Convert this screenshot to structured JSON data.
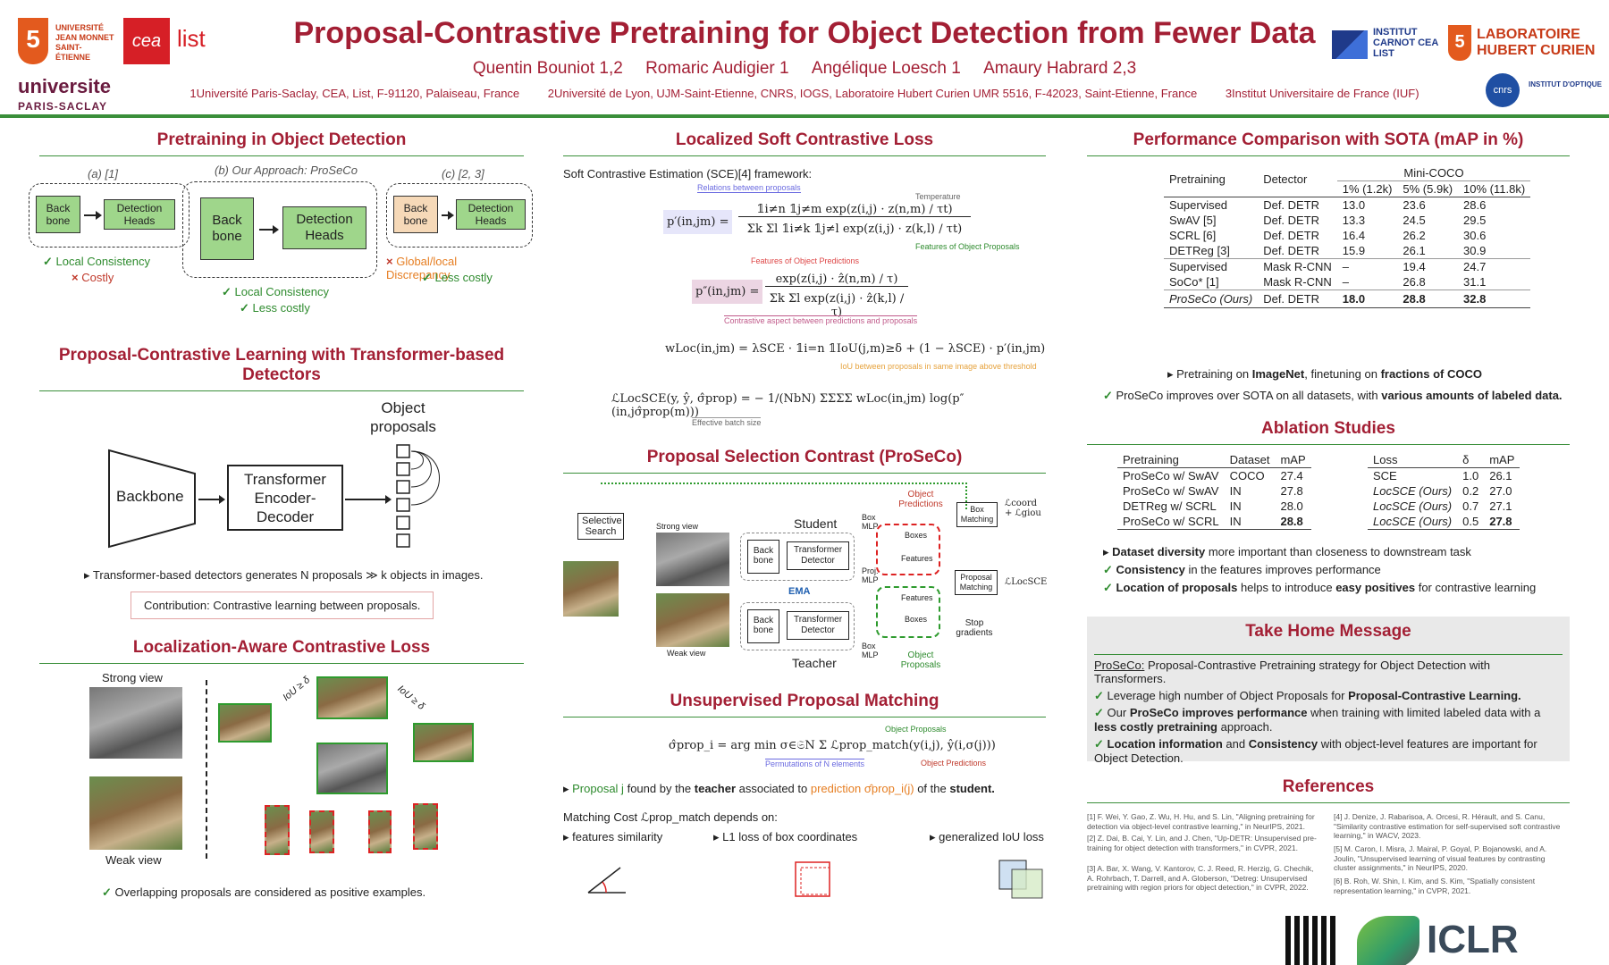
{
  "header": {
    "title": "Proposal-Contrastive Pretraining for Object Detection from Fewer Data",
    "authors": [
      "Quentin Bouniot 1,2",
      "Romaric Audigier 1",
      "Angélique Loesch 1",
      "Amaury Habrard 2,3"
    ],
    "affiliations": [
      "1Université Paris-Saclay, CEA, List, F-91120, Palaiseau, France",
      "2Université de Lyon, UJM-Saint-Etienne, CNRS, IOGS, Laboratoire Hubert Curien UMR 5516, F-42023, Saint-Etienne, France",
      "3Institut Universitaire de France (IUF)"
    ],
    "logos": {
      "ujm": "UNIVERSITÉ JEAN MONNET SAINT-ÉTIENNE",
      "cea": "cea",
      "list": "list",
      "ups_top": "universite",
      "ups_bottom": "PARIS-SACLAY",
      "carnot": "INSTITUT CARNOT CEA LIST",
      "lhc": "LABORATOIRE HUBERT CURIEN",
      "cnrs": "cnrs",
      "iogs": "INSTITUT D'OPTIQUE"
    }
  },
  "col1": {
    "pretraining": {
      "title": "Pretraining in Object Detection",
      "a_label": "(a) [1]",
      "b_label": "(b) Our Approach: ProSeCo",
      "c_label": "(c) [2, 3]",
      "backbone": "Back bone",
      "heads": "Detection Heads",
      "a_pros": "Local Consistency",
      "a_cons": "Costly",
      "b_pros1": "Local Consistency",
      "b_pros2": "Less costly",
      "c_cons": "Global/local Discrepancy",
      "c_pros": "Less costly"
    },
    "pcl": {
      "title": "Proposal-Contrastive Learning with Transformer-based Detectors",
      "backbone": "Backbone",
      "transformer": "Transformer Encoder-Decoder",
      "proposals": "Object proposals",
      "bullet": "Transformer-based detectors generates N proposals ≫ k objects in images.",
      "contribution_label": "Contribution:",
      "contribution_text": "Contrastive learning between proposals."
    },
    "lacl": {
      "title": "Localization-Aware Contrastive Loss",
      "strong": "Strong view",
      "weak": "Weak view",
      "iou1": "IoU ≥ δ",
      "iou2": "IoU ≥ δ",
      "bullet": "Overlapping proposals are considered as positive examples."
    }
  },
  "col2": {
    "lscl": {
      "title": "Localized Soft Contrastive Loss",
      "intro": "Soft Contrastive Estimation (SCE)[4] framework:",
      "ann_relations": "Relations between proposals",
      "ann_temperature": "Temperature",
      "ann_features_prop": "Features of Object Proposals",
      "ann_features_pred": "Features of Object Predictions",
      "ann_contrastive": "Contrastive aspect between predictions and proposals",
      "ann_iou": "IoU between proposals in same image above threshold",
      "ann_batch": "Effective batch size",
      "eq1_lhs": "p′(in,jm) =",
      "eq1_num": "𝟙i≠n 𝟙j≠m exp(z(i,j) · z(n,m) / τt)",
      "eq1_den": "Σk Σl 𝟙i≠k 𝟙j≠l exp(z(i,j) · z(k,l) / τt)",
      "eq2_lhs": "p″(in,jm) =",
      "eq2_num": "exp(z(i,j) · ẑ(n,m) / τ)",
      "eq2_den": "Σk Σl exp(z(i,j) · ẑ(k,l) / τ)",
      "eq3": "wLoc(in,jm) = λSCE · 𝟙i=n 𝟙IoU(j,m)≥δ + (1 − λSCE) · p′(in,jm)",
      "eq4": "ℒLocSCE(y, ŷ, σ̂prop) = − 1/(NbN) ΣΣΣΣ wLoc(in,jm) log(p″(in,jσ̂prop(m)))"
    },
    "proseco": {
      "title": "Proposal Selection Contrast (ProSeCo)",
      "selective": "Selective Search",
      "strong": "Strong view",
      "weak": "Weak view",
      "student": "Student",
      "teacher": "Teacher",
      "ema": "EMA",
      "backbone": "Back bone",
      "transformer": "Transformer Detector",
      "box_mlp": "Box MLP",
      "proj_mlp": "Proj. MLP",
      "boxes": "Boxes",
      "features": "Features",
      "obj_pred": "Object Predictions",
      "obj_prop": "Object Proposals",
      "box_matching": "Box Matching",
      "proposal_matching": "Proposal Matching",
      "stop": "Stop gradients",
      "l_coord": "ℒcoord + ℒgiou",
      "l_locsce": "ℒLocSCE"
    },
    "upm": {
      "title": "Unsupervised Proposal Matching",
      "eq": "σ̂prop_i = arg min σ∈𝔖N Σ ℒprop_match(y(i,j), ŷ(i,σ(j)))",
      "ann_obj_prop": "Object Proposals",
      "ann_perm": "Permutations of N elements",
      "ann_obj_pred": "Object Predictions",
      "bullet_prefix": "Proposal j",
      "bullet_mid1": "found by the",
      "bullet_teacher": "teacher",
      "bullet_mid2": "associated to",
      "bullet_pred": "prediction σ̂prop_i(j)",
      "bullet_mid3": "of the",
      "bullet_student": "student.",
      "cost_title": "Matching Cost ℒprop_match depends on:",
      "cost1": "features similarity",
      "cost2": "L1 loss of box coordinates",
      "cost3": "generalized IoU loss"
    }
  },
  "col3": {
    "sota": {
      "title": "Performance Comparison with SOTA (mAP in %)",
      "head_pretraining": "Pretraining",
      "head_detector": "Detector",
      "head_minicoco": "Mini-COCO",
      "head_1": "1% (1.2k)",
      "head_5": "5% (5.9k)",
      "head_10": "10% (11.8k)",
      "rows": [
        {
          "p": "Supervised",
          "d": "Def. DETR",
          "a": "13.0",
          "b": "23.6",
          "c": "28.6"
        },
        {
          "p": "SwAV [5]",
          "d": "Def. DETR",
          "a": "13.3",
          "b": "24.5",
          "c": "29.5"
        },
        {
          "p": "SCRL [6]",
          "d": "Def. DETR",
          "a": "16.4",
          "b": "26.2",
          "c": "30.6"
        },
        {
          "p": "DETReg [3]",
          "d": "Def. DETR",
          "a": "15.9",
          "b": "26.1",
          "c": "30.9"
        },
        {
          "p": "Supervised",
          "d": "Mask R-CNN",
          "a": "–",
          "b": "19.4",
          "c": "24.7"
        },
        {
          "p": "SoCo* [1]",
          "d": "Mask R-CNN",
          "a": "–",
          "b": "26.8",
          "c": "31.1"
        },
        {
          "p": "ProSeCo (Ours)",
          "d": "Def. DETR",
          "a": "18.0",
          "b": "28.8",
          "c": "32.8"
        }
      ],
      "note_prefix": "Pretraining on",
      "note_imagenet": "ImageNet",
      "note_mid": ", finetuning on",
      "note_fractions": "fractions of COCO",
      "check_proseco": "ProSeCo",
      "check_text": "improves over SOTA on all datasets, with",
      "check_bold": "various amounts of labeled data."
    },
    "ablation": {
      "title": "Ablation Studies",
      "t1_head": [
        "Pretraining",
        "Dataset",
        "mAP"
      ],
      "t1_rows": [
        [
          "ProSeCo w/ SwAV",
          "COCO",
          "27.4"
        ],
        [
          "ProSeCo w/ SwAV",
          "IN",
          "27.8"
        ],
        [
          "DETReg w/ SCRL",
          "IN",
          "28.0"
        ],
        [
          "ProSeCo w/ SCRL",
          "IN",
          "28.8"
        ]
      ],
      "t2_head": [
        "Loss",
        "δ",
        "mAP"
      ],
      "t2_rows": [
        [
          "SCE",
          "1.0",
          "26.1"
        ],
        [
          "LocSCE (Ours)",
          "0.2",
          "27.0"
        ],
        [
          "LocSCE (Ours)",
          "0.7",
          "27.1"
        ],
        [
          "LocSCE (Ours)",
          "0.5",
          "27.8"
        ]
      ],
      "b1_bold": "Dataset diversity",
      "b1_text": "more important than closeness to downstream task",
      "b2_bold": "Consistency",
      "b2_text": "in the features improves performance",
      "b3_bold": "Location of proposals",
      "b3_text": "helps to introduce",
      "b3_bold2": "easy positives",
      "b3_text2": "for contrastive learning"
    },
    "takehome": {
      "title": "Take Home Message",
      "lead_u": "ProSeCo:",
      "lead": "Proposal-Contrastive Pretraining strategy for Object Detection with Transformers.",
      "c1_text": "Leverage high number of Object Proposals for",
      "c1_bold": "Proposal-Contrastive Learning.",
      "c2_text1": "Our",
      "c2_bold1": "ProSeCo improves performance",
      "c2_text2": "when training with limited labeled data with a",
      "c2_bold2": "less costly pretraining",
      "c2_text3": "approach.",
      "c3_bold1": "Location information",
      "c3_text1": "and",
      "c3_bold2": "Consistency",
      "c3_text2": "with object-level features are important for Object Detection."
    },
    "references": {
      "title": "References",
      "left": [
        "[1] F. Wei, Y. Gao, Z. Wu, H. Hu, and S. Lin, \"Aligning pretraining for detection via object-level contrastive learning,\" in NeurIPS, 2021.",
        "[2] Z. Dai, B. Cai, Y. Lin, and J. Chen, \"Up-DETR: Unsupervised pre-training for object detection with transformers,\" in CVPR, 2021.",
        "[3] A. Bar, X. Wang, V. Kantorov, C. J. Reed, R. Herzig, G. Chechik, A. Rohrbach, T. Darrell, and A. Globerson, \"Detreg: Unsupervised pretraining with region priors for object detection,\" in CVPR, 2022."
      ],
      "right": [
        "[4] J. Denize, J. Rabarisoa, A. Orcesi, R. Hérault, and S. Canu, \"Similarity contrastive estimation for self-supervised soft contrastive learning,\" in WACV, 2023.",
        "[5] M. Caron, I. Misra, J. Mairal, P. Goyal, P. Bojanowski, and A. Joulin, \"Unsupervised learning of visual features by contrasting cluster assignments,\" in NeurIPS, 2020.",
        "[6] B. Roh, W. Shin, I. Kim, and S. Kim, \"Spatially consistent representation learning,\" in CVPR, 2021."
      ],
      "iclr": "ICLR"
    }
  }
}
